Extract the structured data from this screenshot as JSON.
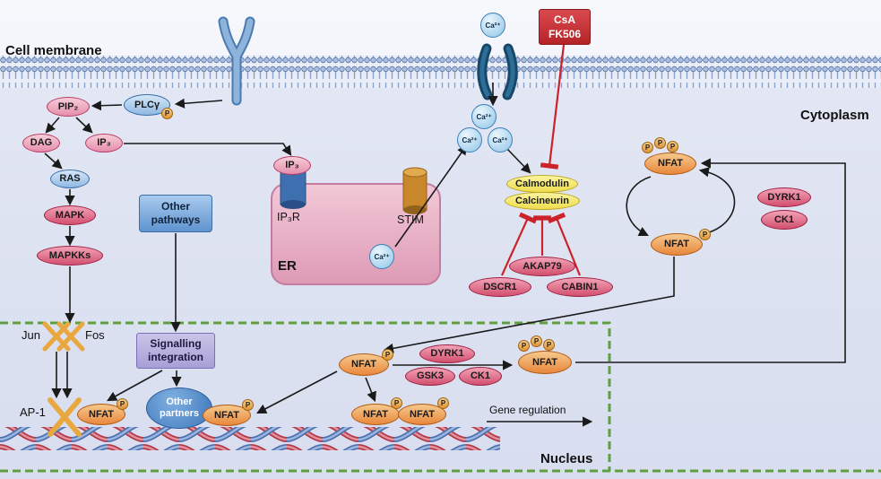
{
  "title": "NFAT signalling pathway diagram",
  "labels": {
    "cell_membrane": "Cell membrane",
    "cytoplasm": "Cytoplasm",
    "nucleus": "Nucleus",
    "er": "ER",
    "ip3r": "IP₃R",
    "stim": "STIM",
    "jun": "Jun",
    "fos": "Fos",
    "ap1": "AP-1",
    "gene_regulation": "Gene regulation"
  },
  "nodes": {
    "pip2": "PIP₂",
    "plcg": "PLCγ",
    "dag": "DAG",
    "ip3": "IP₃",
    "ras": "RAS",
    "mapk": "MAPK",
    "mapkks": "MAPKKs",
    "other_pathways": "Other pathways",
    "ip3_er": "IP₃",
    "ca": "Ca²⁺",
    "csa": {
      "line1": "CsA",
      "line2": "FK506"
    },
    "calmodulin": "Calmodulin",
    "calcineurin": "Calcineurin",
    "akap79": "AKAP79",
    "dscr1": "DSCR1",
    "cabin1": "CABIN1",
    "nfat": "NFAT",
    "dyrk1": "DYRK1",
    "ck1": "CK1",
    "gsk3": "GSK3",
    "signalling_integration": "Signalling integration",
    "other_partners": "Other partners",
    "phosphate": "P"
  },
  "colors": {
    "inhibition_red": "#cc2229",
    "nfat_orange": "#e8873c",
    "calmodulin_yellow": "#eedd4e",
    "membrane_blue": "#53719f",
    "nucleus_border_green": "#5f9e42"
  }
}
